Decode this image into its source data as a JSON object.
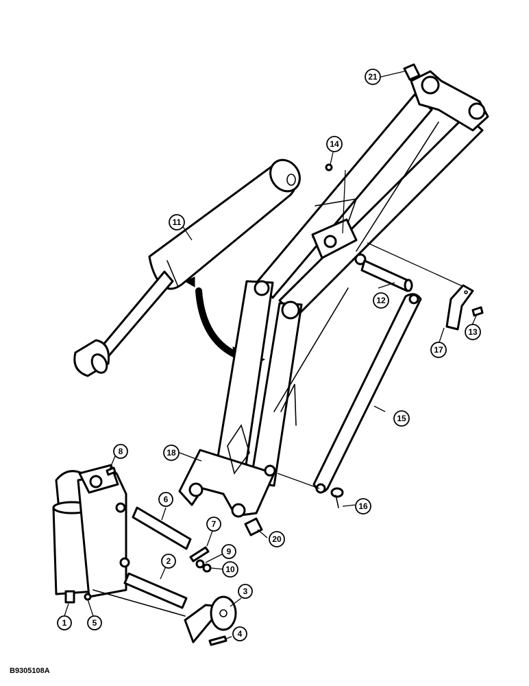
{
  "figure_code": "B9305108A",
  "callouts": [
    {
      "id": "1",
      "label": "1"
    },
    {
      "id": "2",
      "label": "2"
    },
    {
      "id": "3",
      "label": "3"
    },
    {
      "id": "4",
      "label": "4"
    },
    {
      "id": "5",
      "label": "5"
    },
    {
      "id": "6",
      "label": "6"
    },
    {
      "id": "7",
      "label": "7"
    },
    {
      "id": "8",
      "label": "8"
    },
    {
      "id": "9",
      "label": "9"
    },
    {
      "id": "10",
      "label": "10"
    },
    {
      "id": "11",
      "label": "11"
    },
    {
      "id": "12",
      "label": "12"
    },
    {
      "id": "13",
      "label": "13"
    },
    {
      "id": "14",
      "label": "14"
    },
    {
      "id": "15",
      "label": "15"
    },
    {
      "id": "16",
      "label": "16"
    },
    {
      "id": "17",
      "label": "17"
    },
    {
      "id": "18",
      "label": "18"
    },
    {
      "id": "20",
      "label": "20"
    },
    {
      "id": "21",
      "label": "21"
    }
  ]
}
